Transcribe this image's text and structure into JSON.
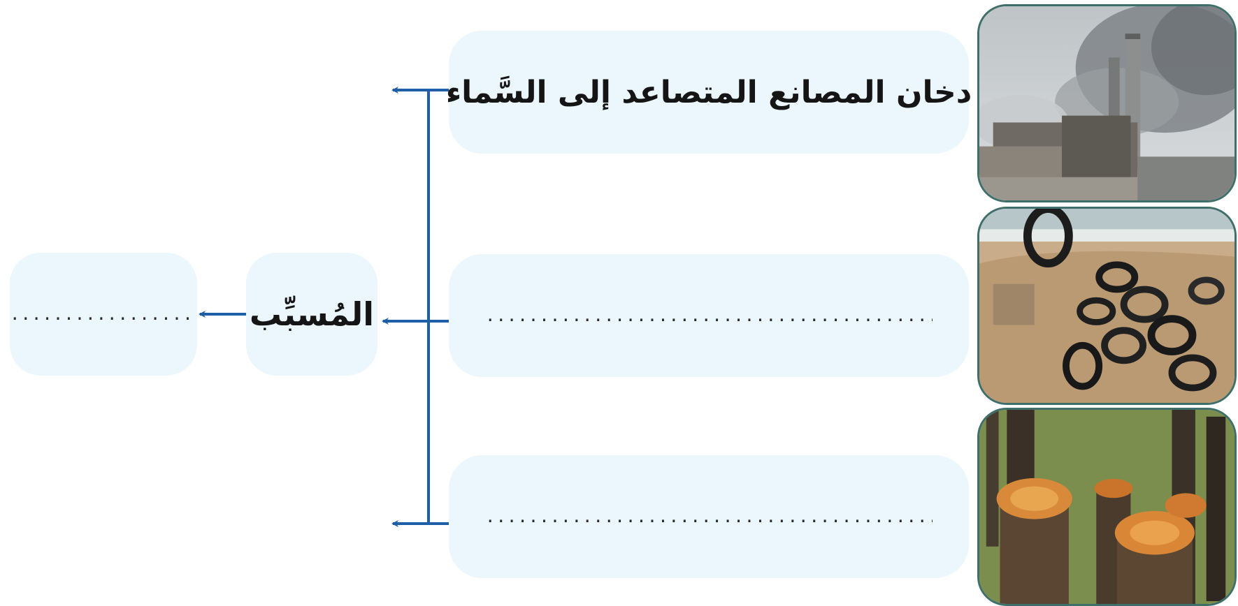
{
  "causes": [
    {
      "text": "دخان المصانع المتصاعد إلى السَّماء",
      "image": "factory-smoke-photo"
    },
    {
      "text": "..............................................................................",
      "image": "tire-waste-photo"
    },
    {
      "text": "..............................................................................",
      "image": "cut-tree-stumps-photo"
    }
  ],
  "center_label": "المُسبِّب",
  "result_blank": "......................",
  "colors": {
    "arrow": "#1f5fa8",
    "box": "#ecf6fd",
    "photo_border": "#3f6f6a"
  }
}
